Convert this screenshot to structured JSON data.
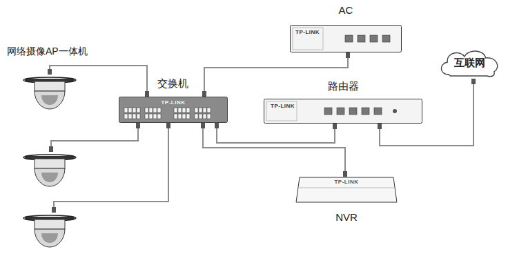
{
  "diagram": {
    "nodes": [
      {
        "text": [
          "网络摄像AP一体机"
        ]
      },
      {
        "text": []
      },
      {
        "text": []
      },
      {
        "text": [
          "交换机",
          "TP-LINK"
        ]
      },
      {
        "text": [
          "AC",
          "TP-LINK"
        ]
      },
      {
        "text": [
          "路由器",
          "TP-LINK"
        ]
      },
      {
        "text": [
          "互联网"
        ]
      },
      {
        "text": [
          "TP-LINK",
          "NVR"
        ]
      }
    ],
    "edges": [
      {
        "from": 0,
        "to": 3,
        "arrow": "none"
      },
      {
        "from": 1,
        "to": 3,
        "arrow": "none"
      },
      {
        "from": 2,
        "to": 3,
        "arrow": "none"
      },
      {
        "from": 3,
        "to": 4,
        "arrow": "none"
      },
      {
        "from": 3,
        "to": 5,
        "arrow": "none"
      },
      {
        "from": 3,
        "to": 7,
        "arrow": "none"
      },
      {
        "from": 5,
        "to": 6,
        "arrow": "none"
      }
    ]
  }
}
